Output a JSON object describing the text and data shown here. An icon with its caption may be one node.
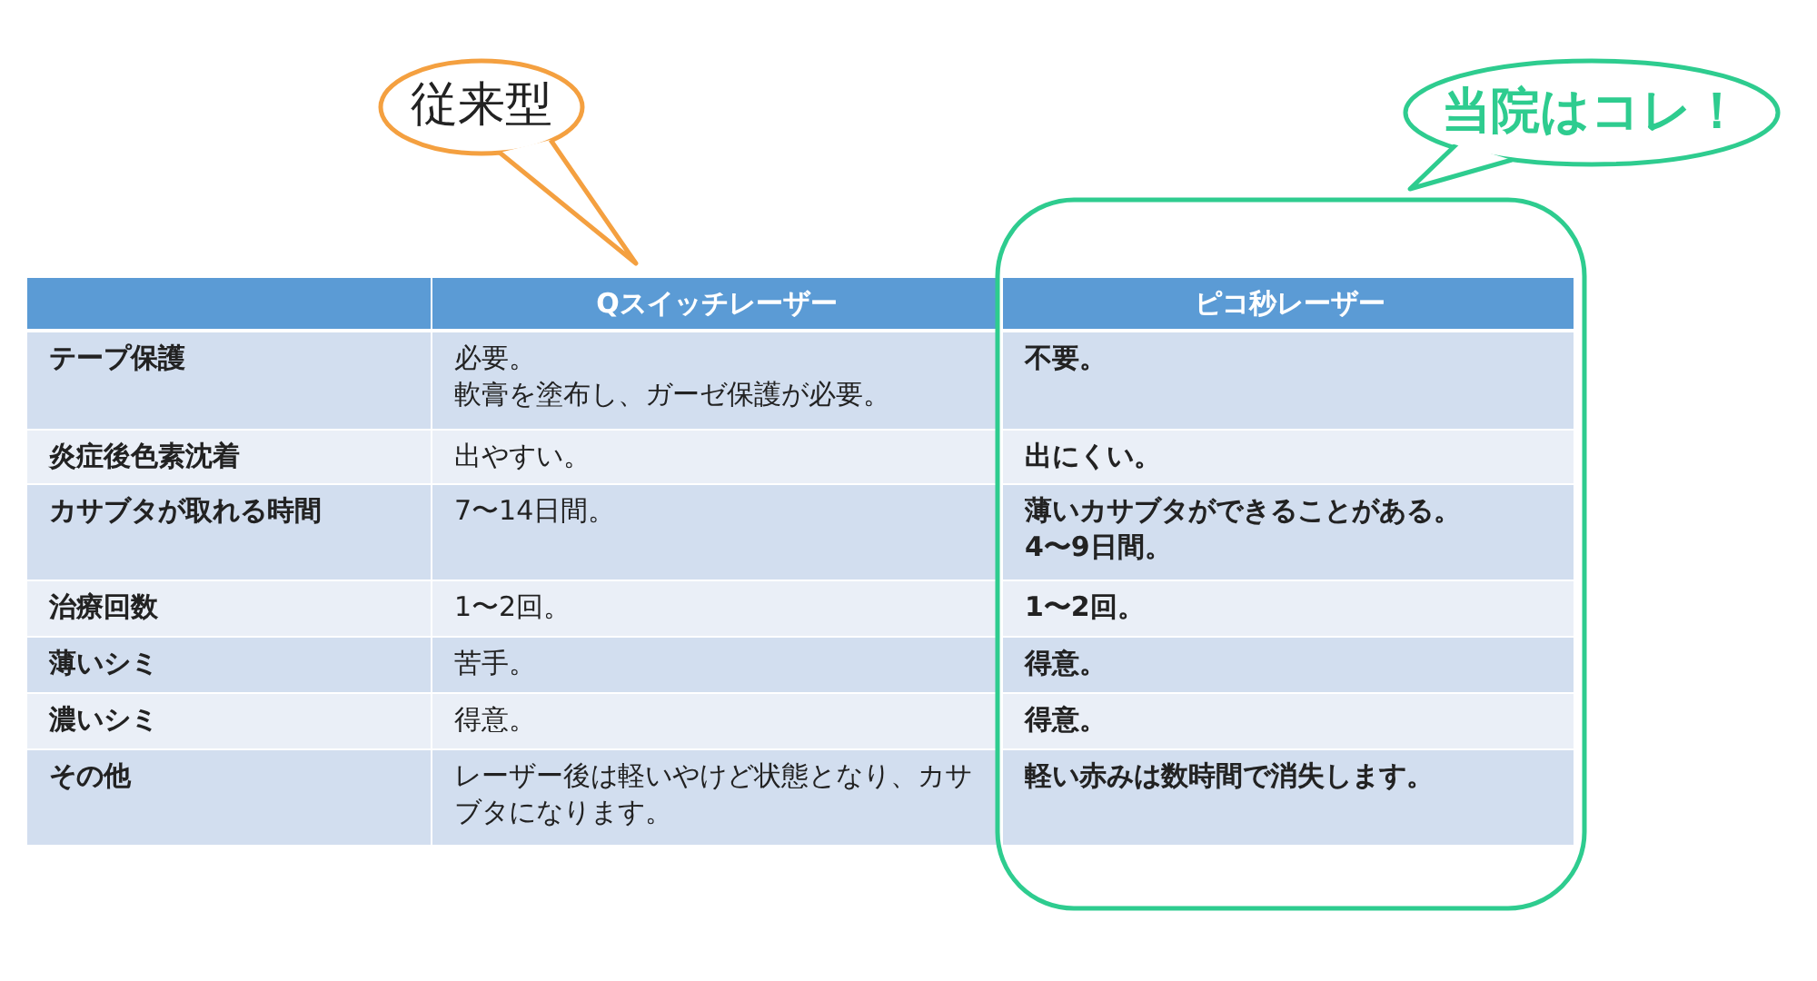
{
  "diagram": {
    "nodes": [
      {
        "text": [
          "従来型"
        ]
      },
      {
        "text": [
          "当院はコレ！"
        ]
      }
    ],
    "labels": [
      "Qスイッチレーザー",
      "ピコ秒レーザー",
      "テープ保護",
      "必要。軟膏を塗布し、ガーゼ保護が必要。",
      "不要。",
      "炎症後色素沈着",
      "出やすい。",
      "出にくい。",
      "カサブタが取れる時間",
      "7〜14日間。",
      "薄いカサブタができることがある。4〜9日間。",
      "治療回数",
      "1〜2回。",
      "1〜2回。",
      "薄いシミ",
      "苦手。",
      "得意。",
      "濃いシミ",
      "得意。",
      "得意。",
      "その他",
      "レーザー後は軽いやけど状態となり、カサブタになります。",
      "軽い赤みは数時間で消失します。"
    ]
  }
}
